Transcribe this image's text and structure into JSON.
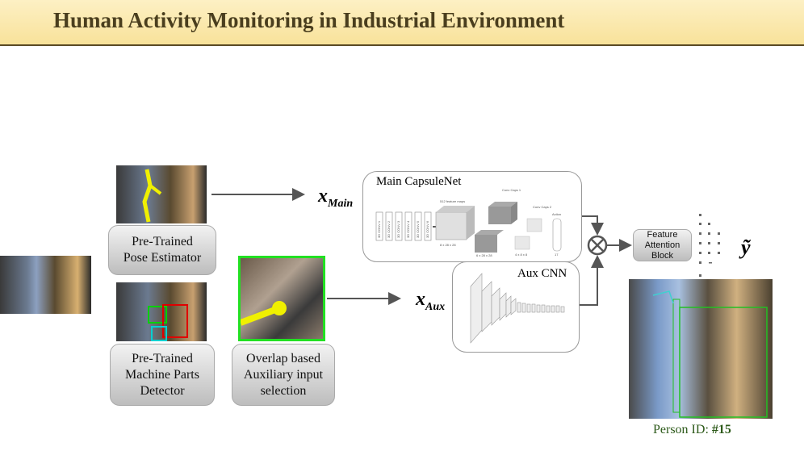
{
  "title": "Human Activity Monitoring in Industrial Environment",
  "boxes": {
    "pose": "Pre-Trained Pose Estimator",
    "parts": "Pre-Trained Machine Parts Detector",
    "overlap": "Overlap based Auxiliary input selection",
    "attention": "Feature Attention Block"
  },
  "panels": {
    "main": "Main CapsuleNet",
    "aux": "Aux CNN"
  },
  "capsnet": {
    "convs": [
      "3D CONV 1",
      "3D CONV 2",
      "3D CONV 3",
      "3D CONV 4",
      "3D CONV 5",
      "3D CONV 6"
    ],
    "feature_label": "512 feature maps",
    "feature_dim": "8 x 28 x 28",
    "caps1": "Conv Caps 1",
    "caps1_dim": "6 x 28 x 28",
    "caps2": "Conv Caps 2",
    "caps2_dim": "4 x 8 x 8",
    "action": "Action",
    "action_dim": "17"
  },
  "labels": {
    "x_main_base": "x",
    "x_main_sub": "Main",
    "x_aux_base": "x",
    "x_aux_sub": "Aux",
    "y": "ỹ"
  },
  "caption": {
    "prefix": "Person ID: ",
    "id": "#15"
  },
  "colors": {
    "title_bg": "#f8e29a",
    "title_text": "#4a3e1e",
    "caption": "#2d5a1a"
  }
}
